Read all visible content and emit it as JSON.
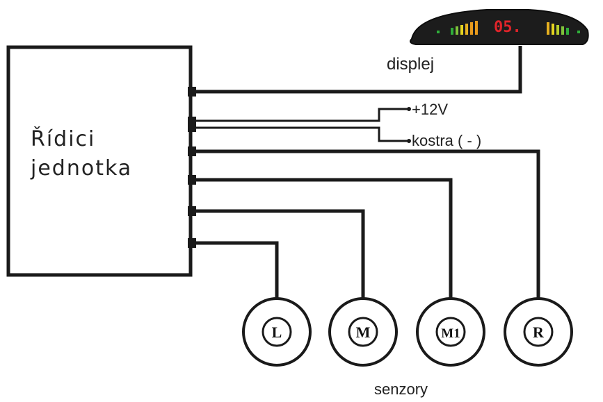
{
  "control_unit": {
    "line1": "Řídici",
    "line2": "jednotka"
  },
  "display": {
    "label": "displej",
    "digits": "05.",
    "bar_colors": [
      "#2fae3a",
      "#e6d520",
      "#e89a1c"
    ]
  },
  "power": {
    "positive": "+12V",
    "ground": "kostra ( - )"
  },
  "sensors": {
    "caption": "senzory",
    "items": [
      {
        "id": "L",
        "label": "L"
      },
      {
        "id": "M",
        "label": "M"
      },
      {
        "id": "M1",
        "label": "M1"
      },
      {
        "id": "R",
        "label": "R"
      }
    ]
  }
}
